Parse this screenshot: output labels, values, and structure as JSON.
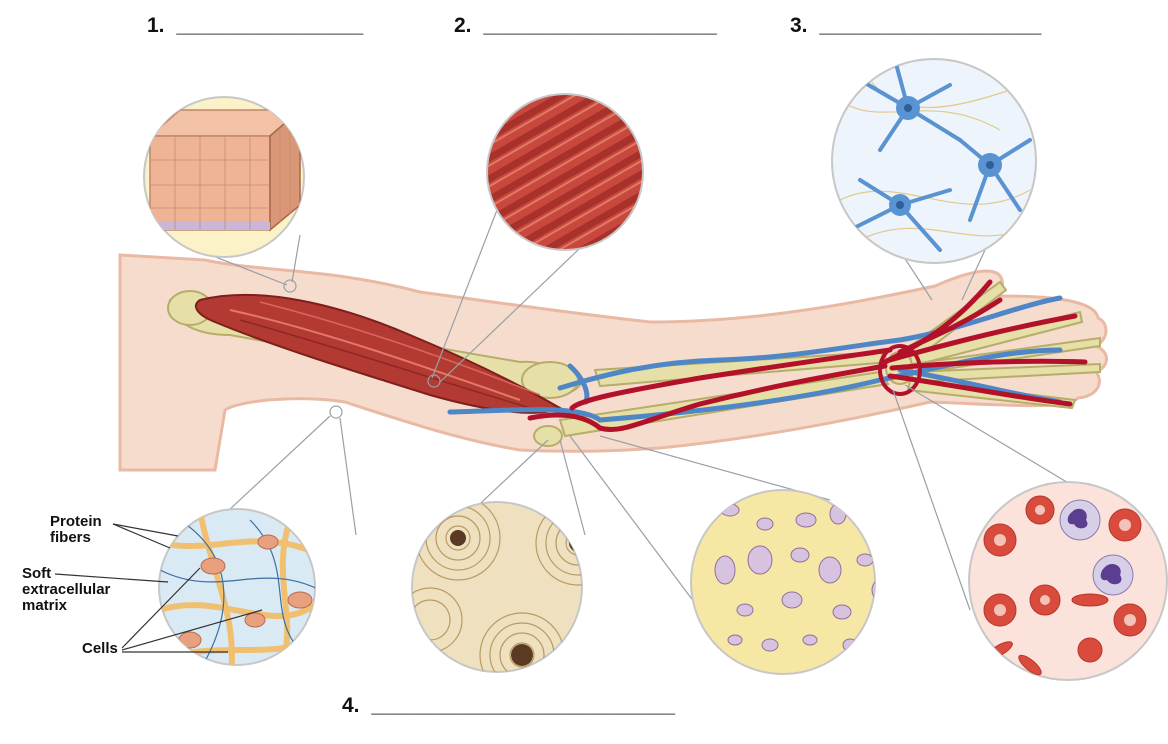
{
  "blanks": [
    {
      "number": "1.",
      "line": "________________"
    },
    {
      "number": "2.",
      "line": "____________________"
    },
    {
      "number": "3.",
      "line": "___________________"
    },
    {
      "number": "4.",
      "line": "__________________________"
    }
  ],
  "labels": {
    "protein_fibers_1": "Protein",
    "protein_fibers_2": "fibers",
    "soft_matrix_1": "Soft",
    "soft_matrix_2": "extracellular",
    "soft_matrix_3": "matrix",
    "cells": "Cells"
  },
  "colors": {
    "skin": "#f6dccd",
    "muscle": "#b23a33",
    "bone": "#e6dfa8",
    "artery": "#b3102a",
    "vein": "#4f86c6",
    "nerve_bg": "#eef4fb",
    "neuron": "#5a93d1",
    "connective_bg": "#d9eaf5",
    "collagen": "#f0c070",
    "bone_tissue": "#efe1c0",
    "cartilage": "#f7e7a4",
    "blood_bg": "#fbe3dc",
    "rbc": "#d94b3d"
  }
}
